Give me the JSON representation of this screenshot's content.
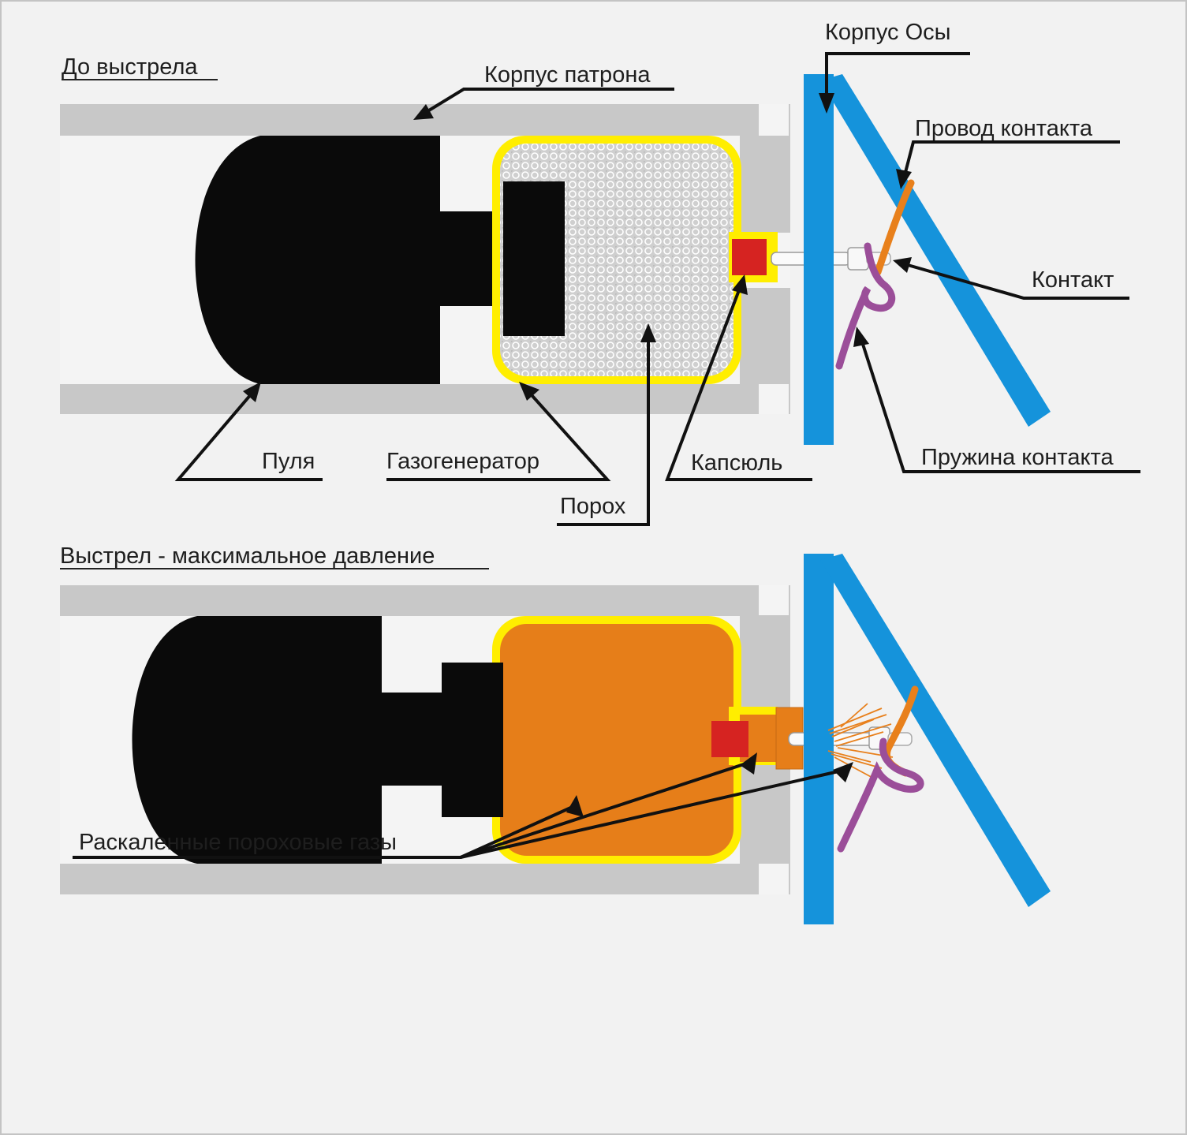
{
  "colors": {
    "background": "#f2f2f2",
    "casing": "#c8c8c8",
    "bore": "#f4f4f4",
    "bullet": "#0a0a0a",
    "gas_generator_shell": "#ffee00",
    "powder_fill": "#c9c9c9",
    "hot_gases": "#e67e19",
    "primer": "#d62321",
    "device_body": "#1593db",
    "contact_wire": "#e8801c",
    "contact_spring": "#9b4e99",
    "arrows": "#111111"
  },
  "top_panel": {
    "heading": "До выстрела",
    "labels": {
      "case_body": "Корпус патрона",
      "device_body": "Корпус Осы",
      "contact_wire": "Провод контакта",
      "contact": "Контакт",
      "contact_spring": "Пружина контакта",
      "bullet": "Пуля",
      "gas_generator": "Газогенератор",
      "primer": "Капсюль",
      "powder": "Порох"
    }
  },
  "bottom_panel": {
    "heading": "Выстрел - максимальное давление",
    "labels": {
      "hot_gases": "Раскаленные пороховые газы"
    }
  }
}
